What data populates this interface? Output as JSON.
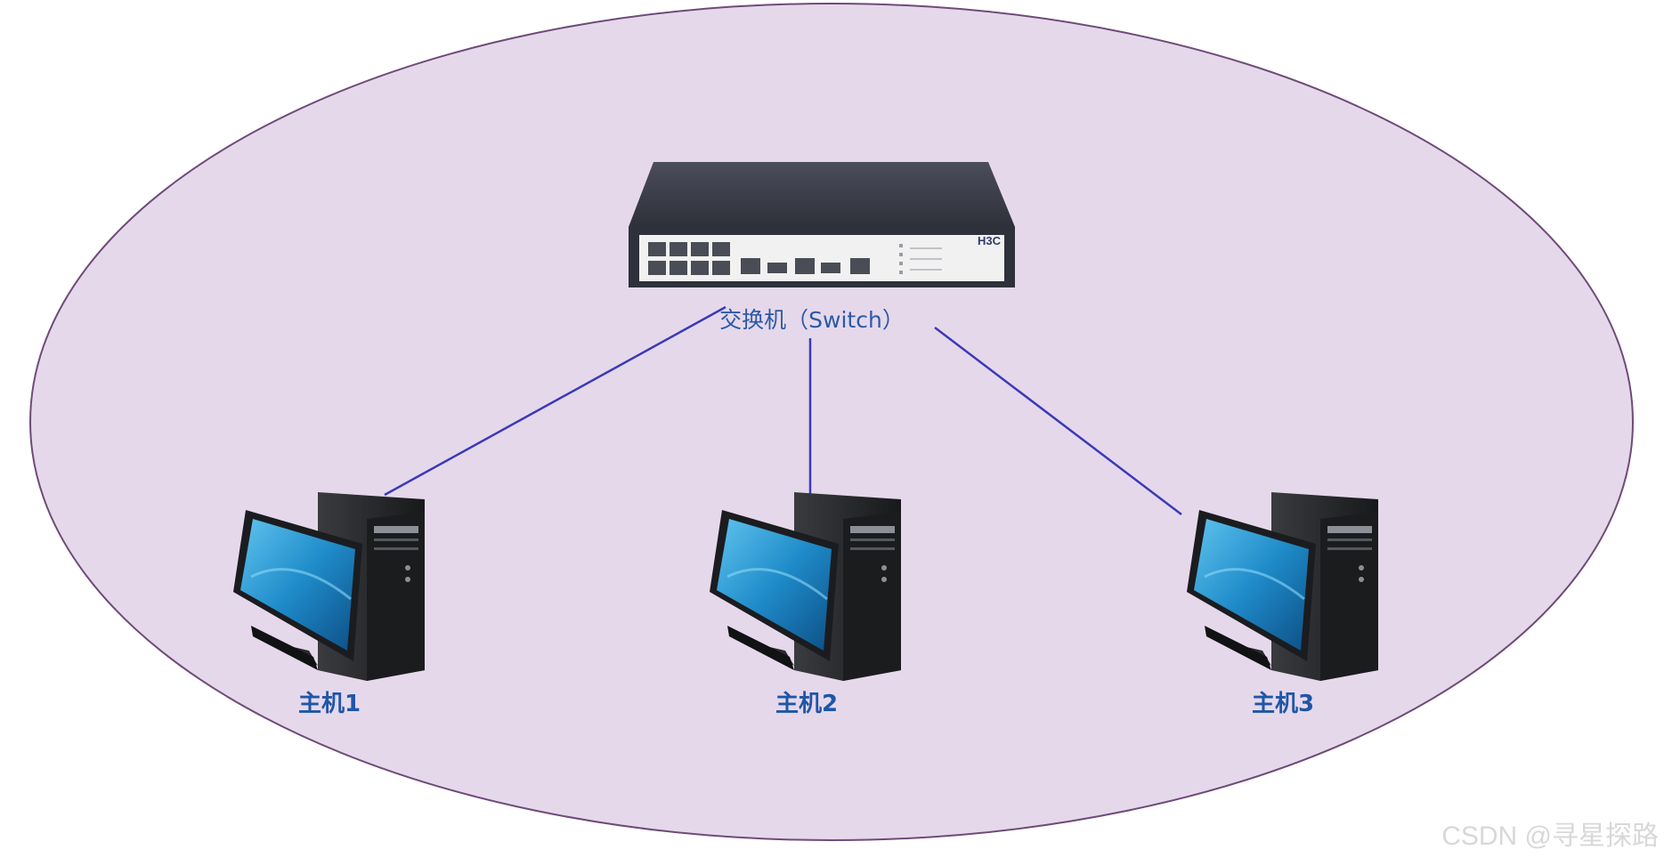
{
  "diagram": {
    "switch_label": "交换机（Switch）",
    "switch_brand": "H3C",
    "hosts": [
      {
        "label": "主机1"
      },
      {
        "label": "主机2"
      },
      {
        "label": "主机3"
      }
    ]
  },
  "watermark": "CSDN @寻星探路",
  "colors": {
    "ellipse_fill": "#e6d8eb",
    "ellipse_stroke": "#6e4b78",
    "link_line": "#3a3ab8",
    "label_text": "#1f56a8",
    "monitor_screen": "#1f8bc9",
    "tower_body": "#222326",
    "switch_body": "#3b3e4a",
    "switch_face": "#f1f1f1"
  }
}
